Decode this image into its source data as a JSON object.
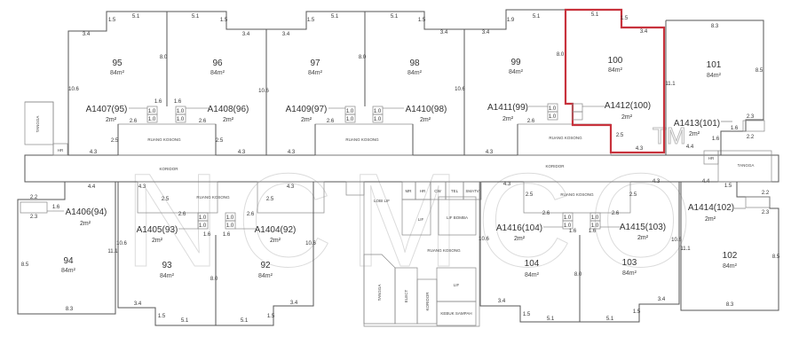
{
  "title": "Floor plan level 14",
  "units": [
    {
      "number": "95",
      "area": "84m²",
      "lot": "A1407(95)",
      "lot_area": "2m²"
    },
    {
      "number": "96",
      "area": "84m²",
      "lot": "A1408(96)",
      "lot_area": "2m²"
    },
    {
      "number": "97",
      "area": "84m²",
      "lot": "A1409(97)",
      "lot_area": "2m²"
    },
    {
      "number": "98",
      "area": "84m²",
      "lot": "A1410(98)",
      "lot_area": "2m²"
    },
    {
      "number": "99",
      "area": "84m²",
      "lot": "A1411(99)",
      "lot_area": "2m²"
    },
    {
      "number": "100",
      "area": "84m²",
      "lot": "A1412(100)",
      "lot_area": "2m²",
      "highlighted": true
    },
    {
      "number": "101",
      "area": "84m²",
      "lot": "A1413(101)",
      "lot_area": "2m²"
    },
    {
      "number": "94",
      "area": "84m²",
      "lot": "A1406(94)",
      "lot_area": "2m²"
    },
    {
      "number": "93",
      "area": "84m²",
      "lot": "A1405(93)",
      "lot_area": "2m²"
    },
    {
      "number": "92",
      "area": "84m²",
      "lot": "A1404(92)",
      "lot_area": "2m²"
    },
    {
      "number": "104",
      "area": "84m²",
      "lot": "A1416(104)",
      "lot_area": "2m²"
    },
    {
      "number": "103",
      "area": "84m²",
      "lot": "A1415(103)",
      "lot_area": "2m²"
    },
    {
      "number": "102",
      "area": "84m²",
      "lot": "A1414(102)",
      "lot_area": "2m²"
    }
  ],
  "highlight_color": "#c8323c",
  "services": {
    "tangga": "TANGGA",
    "hr": "HR",
    "koridor": "KORIDOR",
    "ruang_kosong": "RUANG KOSONG",
    "lobi_lif": "LOBI LIF",
    "mr": "MR",
    "cw": "CW",
    "tel": "TEL",
    "smatv": "SMATV",
    "lif": "LIF",
    "lif_bomba": "LIF BOMBA",
    "elect": "ELECT",
    "kebuk_sampah": "KEBUK SAMPAH"
  },
  "store_box_dim": "1.0",
  "store_dim": "1.6",
  "dims": [
    "1.5",
    "5.1",
    "5.1",
    "1.5",
    "3.4",
    "3.4",
    "8.0",
    "10.6",
    "1.6",
    "1.6",
    "2.6",
    "2.6",
    "2.5",
    "2.5",
    "4.3",
    "4.3",
    "3.4",
    "1.5",
    "5.1",
    "5.1",
    "1.5",
    "3.4",
    "8.0",
    "10.6",
    "2.6",
    "4.3",
    "3.4",
    "1.9",
    "5.1",
    "10.6",
    "2.6",
    "4.3",
    "5.1",
    "1.5",
    "3.4",
    "8.0",
    "11.1",
    "2.5",
    "4.3",
    "8.3",
    "8.5",
    "2.3",
    "2.2",
    "4.4",
    "1.6",
    "4.4",
    "2.2",
    "2.3",
    "8.5",
    "8.3",
    "11.1",
    "10.6",
    "4.3",
    "3.4",
    "5.1",
    "1.5",
    "8.0",
    "5.1",
    "1.5",
    "3.4",
    "10.6",
    "4.3",
    "2.5",
    "2.5",
    "2.6",
    "2.6",
    "1.6",
    "1.6",
    "4.3",
    "4.3",
    "2.5",
    "2.5",
    "2.6",
    "2.6",
    "1.6",
    "1.6",
    "10.6",
    "3.4",
    "5.1",
    "1.5",
    "8.0",
    "5.1",
    "1.5",
    "3.4",
    "10.6",
    "11.1",
    "4.4",
    "8.3",
    "8.5",
    "2.2",
    "2.3",
    "1.5"
  ],
  "watermark": "NCMCO",
  "watermark_tm": "TM"
}
